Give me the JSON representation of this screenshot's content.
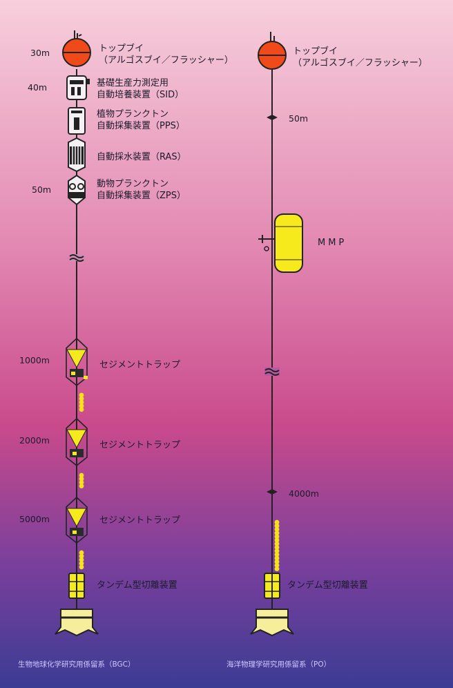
{
  "colors": {
    "background_top": "#f6c9d8",
    "background_mid": "#cf4f8e",
    "background_bottom": "#3a3a92",
    "buoy": "#f04a1a",
    "trap": "#f7ea1c",
    "anchor": "#f6ee9a"
  },
  "bgc": {
    "top_buoy": [
      "トップブイ",
      "（アルゴスブイ／フラッシャー）"
    ],
    "depth_30": "30m",
    "depth_40": "40m",
    "sid": [
      "基礎生産力測定用",
      "自動培養装置（SID）"
    ],
    "pps": [
      "植物プランクトン",
      "自動採集装置（PPS）"
    ],
    "ras": "自動採水装置（RAS）",
    "depth_50": "50m",
    "zps": [
      "動物プランクトン",
      "自動採集装置（ZPS）"
    ],
    "depth_1000": "1000m",
    "trap_1": "セジメントトラップ",
    "depth_2000": "2000m",
    "trap_2": "セジメントトラップ",
    "depth_5000": "5000m",
    "trap_3": "セジメントトラップ",
    "release": "タンデム型切離装置",
    "caption": "生物地球化学研究用係留系（BGC）"
  },
  "po": {
    "top_buoy": [
      "トップブイ",
      "（アルゴスブイ／フラッシャー）"
    ],
    "depth_50": "50m",
    "mmp": "MMP",
    "depth_4000": "4000m",
    "release": "タンデム型切離装置",
    "caption": "海洋物理学研究用係留系（PO）"
  }
}
